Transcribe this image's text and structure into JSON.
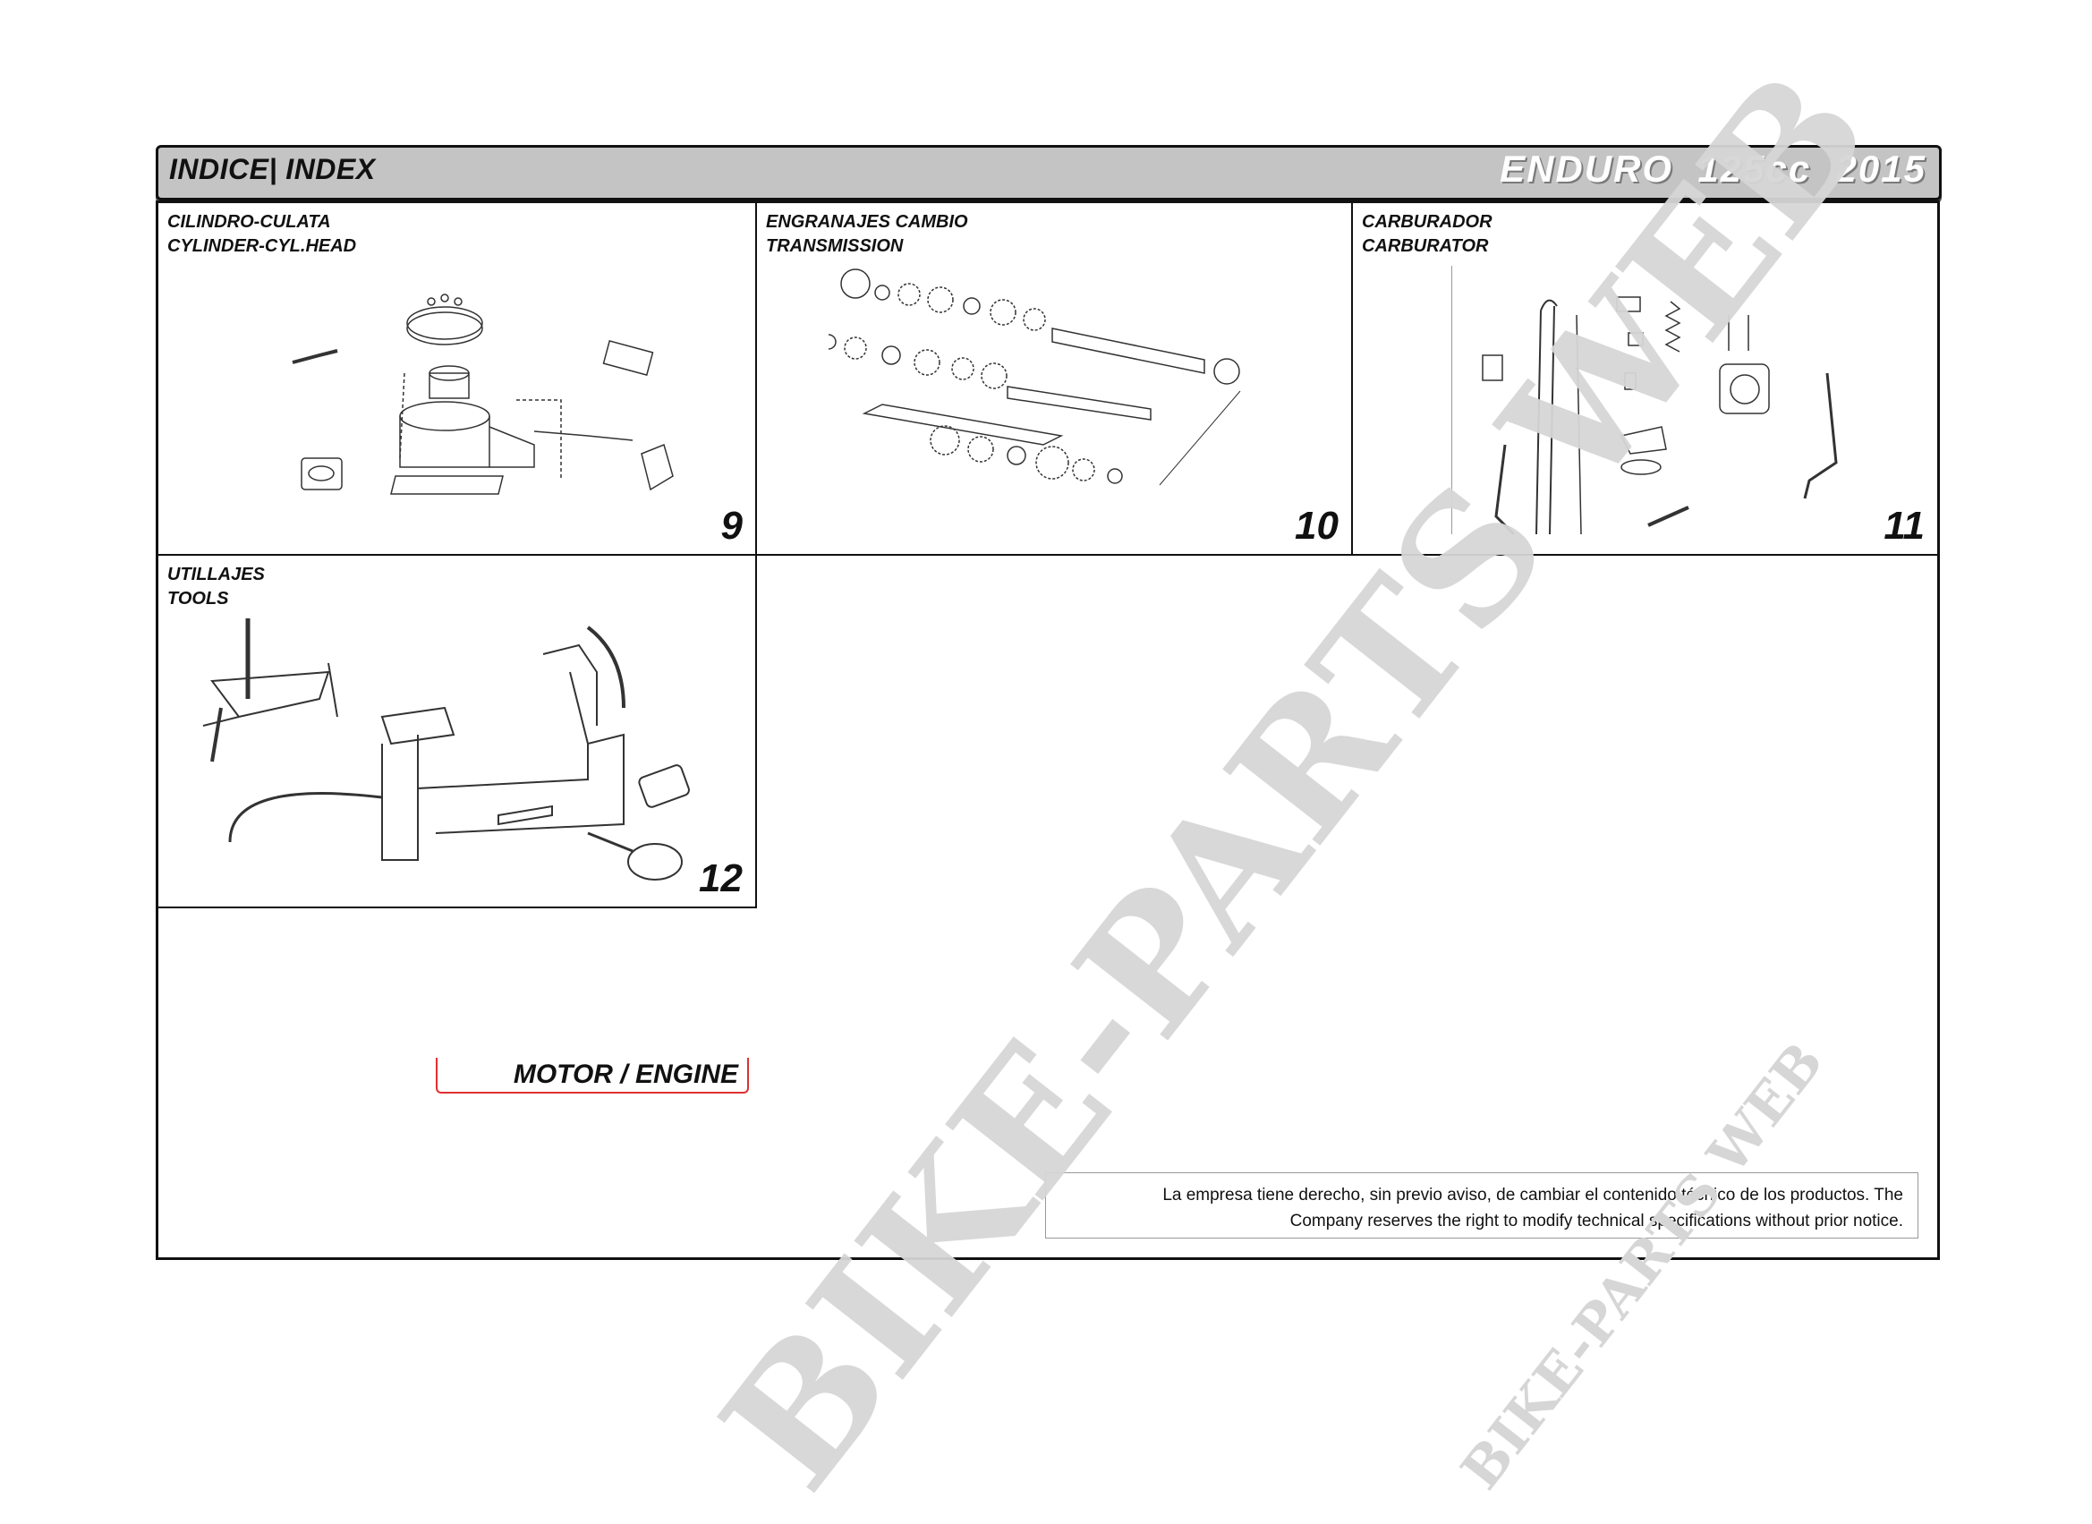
{
  "header": {
    "title": "INDICE| INDEX",
    "model": "ENDURO  125cc  2015"
  },
  "sections": [
    {
      "es": "CILINDRO-CULATA",
      "en": "CYLINDER-CYL.HEAD",
      "page": "9"
    },
    {
      "es": "ENGRANAJES CAMBIO",
      "en": "TRANSMISSION",
      "page": "10"
    },
    {
      "es": "CARBURADOR",
      "en": "CARBURATOR",
      "page": "11"
    },
    {
      "es": "UTILLAJES",
      "en": "TOOLS",
      "page": "12"
    }
  ],
  "group_tab": "MOTOR / ENGINE",
  "notice": {
    "line1": "La empresa tiene derecho, sin previo aviso, de cambiar el contenido técnico de los productos. The",
    "line2": "Company reserves the right to modify technical specifications without prior notice."
  },
  "watermark": {
    "large": "BIKE-PARTS WEB",
    "small": "BIKE-PARTS WEB"
  }
}
